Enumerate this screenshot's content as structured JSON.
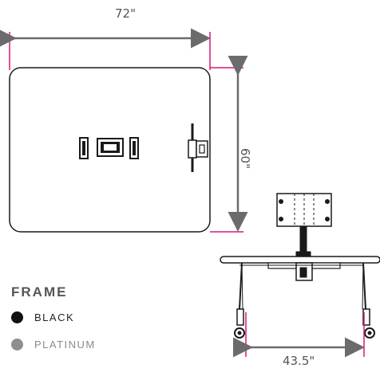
{
  "dimensions": {
    "width": "72\"",
    "depth": "60\"",
    "base": "43.5\""
  },
  "legend": {
    "title": "FRAME",
    "items": [
      {
        "label": "BLACK",
        "color": "#111111",
        "text_color": "#222222"
      },
      {
        "label": "PLATINUM",
        "color": "#8f8f8f",
        "text_color": "#8a8a8a"
      }
    ]
  },
  "colors": {
    "accent": "#d4187c",
    "line": "#1a1a1a",
    "arrow": "#6b6b6b"
  }
}
